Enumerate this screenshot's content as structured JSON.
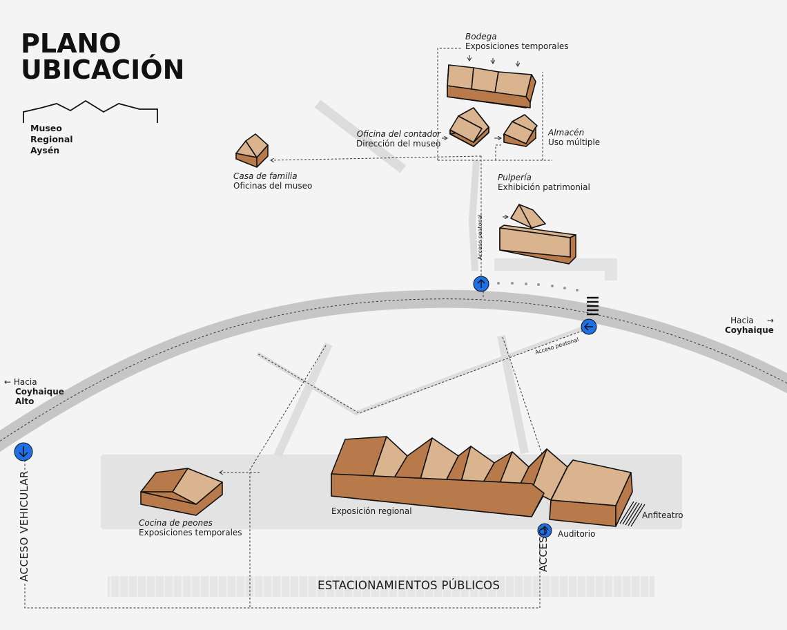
{
  "title": {
    "line1": "PLANO",
    "line2": "UBICACIÓN"
  },
  "logo": {
    "line1": "Museo",
    "line2": "Regional",
    "line3": "Aysén",
    "icon": "mountains-icon"
  },
  "buildings": {
    "bodega": {
      "name": "Bodega",
      "use": "Exposiciones temporales"
    },
    "oficina": {
      "name": "Oficina del contador",
      "use": "Dirección del museo"
    },
    "almacen": {
      "name": "Almacén",
      "use": "Uso múltiple"
    },
    "casa": {
      "name": "Casa de familia",
      "use": "Oficinas del museo"
    },
    "pulperia": {
      "name": "Pulpería",
      "use": "Exhibición patrimonial"
    },
    "cocina": {
      "name": "Cocina de peones",
      "use": "Exposiciones temporales"
    },
    "exposicion": {
      "use": "Exposición regional"
    },
    "anfiteatro": {
      "use": "Anfiteatro"
    },
    "auditorio": {
      "use": "Auditorio"
    }
  },
  "directions": {
    "coyhaique": {
      "arrow": "→",
      "hacia": "Hacia",
      "place": "Coyhaique"
    },
    "coyhaique_alto": {
      "arrow": "←",
      "hacia": "Hacia",
      "place1": "Coyhaique",
      "place2": "Alto"
    }
  },
  "access": {
    "peatonal_1": "Acceso peatonal",
    "peatonal_2": "Acceso peatonal",
    "vehicular": "ACCESO VEHICULAR",
    "acceso": "ACCESO",
    "parking": "ESTACIONAMIENTOS PÚBLICOS"
  },
  "colors": {
    "background": "#f4f4f4",
    "road": "#c8c8c8",
    "zone": "#e3e3e3",
    "roof_dark": "#b87a4b",
    "roof_light": "#d9b48f",
    "access_marker": "#1f6fe5"
  }
}
